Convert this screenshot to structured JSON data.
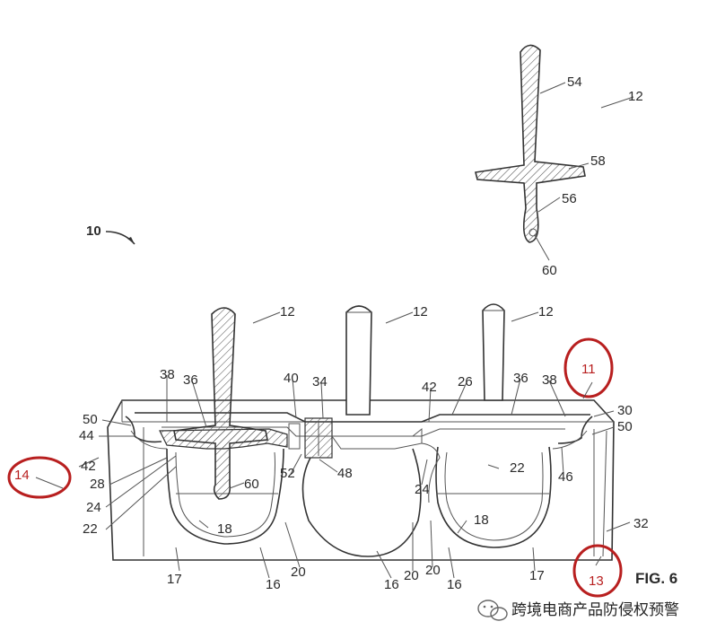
{
  "figure": {
    "title": "FIG. 6",
    "reference_numerals": {
      "assembly": "10",
      "stick_top": "12",
      "stick_a": "12",
      "stick_b": "12",
      "stick_c": "12",
      "handle": "54",
      "flange": "58",
      "shaft": "56",
      "tip": "60",
      "tip_left": "60",
      "rim_left": "38",
      "lid_left": "36",
      "post_left": "40",
      "hub": "34",
      "seal_right": "42",
      "lid_edge": "26",
      "lid_right": "36",
      "rim_right": "38",
      "outer_right": "30",
      "clip_right": "50",
      "clip_left": "50",
      "ring_left": "44",
      "wall_left": "42",
      "bridge": "28",
      "joint_left": "24",
      "cup_left": "22",
      "hub_left": "52",
      "hub_right": "48",
      "joint_mid": "24",
      "cup_right": "22",
      "spring_right": "46",
      "base": "32",
      "bowl_left": "18",
      "bowl_right": "18",
      "floor_left": "17",
      "floor_right": "17",
      "web_a": "16",
      "web_b": "16",
      "web_c": "16",
      "gap_a": "20",
      "gap_b": "20",
      "gap_c": "20"
    },
    "circled_annotations": [
      "14",
      "11",
      "13"
    ],
    "accent_color": "#b81f1f"
  },
  "watermark": {
    "text": "跨境电商产品防侵权预警",
    "icon": "wechat-icon"
  }
}
